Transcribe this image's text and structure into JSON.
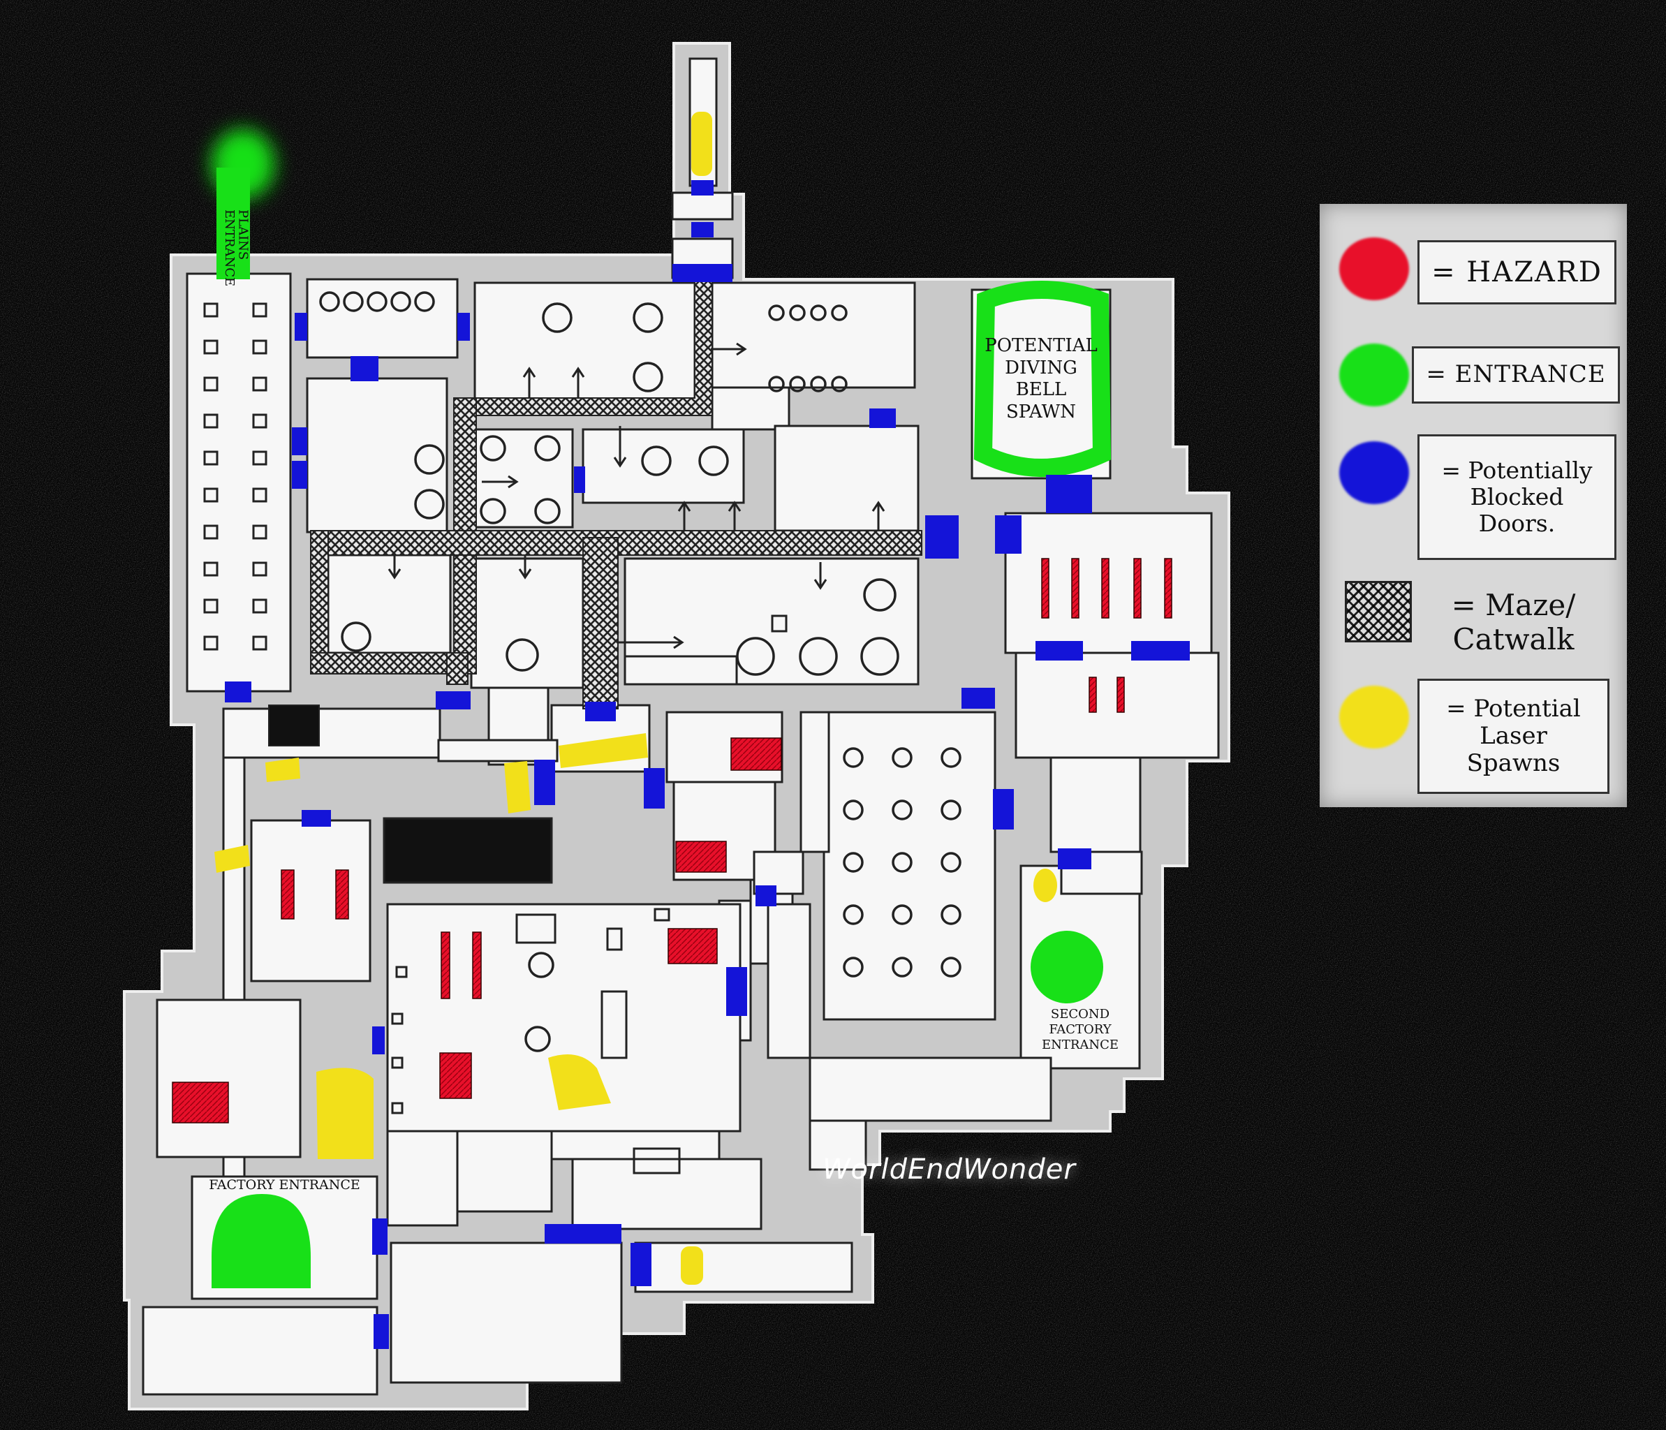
{
  "map": {
    "labels": {
      "plains_entrance_line1": "PLAINS",
      "plains_entrance_line2": "ENTRANCE",
      "diving_bell_line1": "POTENTIAL",
      "diving_bell_line2": "DIVING",
      "diving_bell_line3": "BELL",
      "diving_bell_line4": "SPAWN",
      "second_factory_line1": "SECOND",
      "second_factory_line2": "FACTORY",
      "second_factory_line3": "ENTRANCE",
      "factory_entrance": "FACTORY ENTRANCE"
    },
    "signature": "WorldEndWonder",
    "colors": {
      "hazard": "#e8102a",
      "entrance": "#18e018",
      "blocked_door": "#1414d8",
      "laser_spawn": "#f2e01a",
      "maze": "#2a2a2a",
      "floor": "#f7f7f7",
      "wall": "#c9c9c9",
      "background": "#050505"
    }
  },
  "legend": {
    "hazard": "= HAZARD",
    "entrance": "= ENTRANCE",
    "blocked_line1": "= Potentially",
    "blocked_line2": "Blocked",
    "blocked_line3": "Doors.",
    "maze_line1": "= Maze/",
    "maze_line2": "Catwalk",
    "laser_line1": "= Potential",
    "laser_line2": "Laser",
    "laser_line3": "Spawns"
  }
}
